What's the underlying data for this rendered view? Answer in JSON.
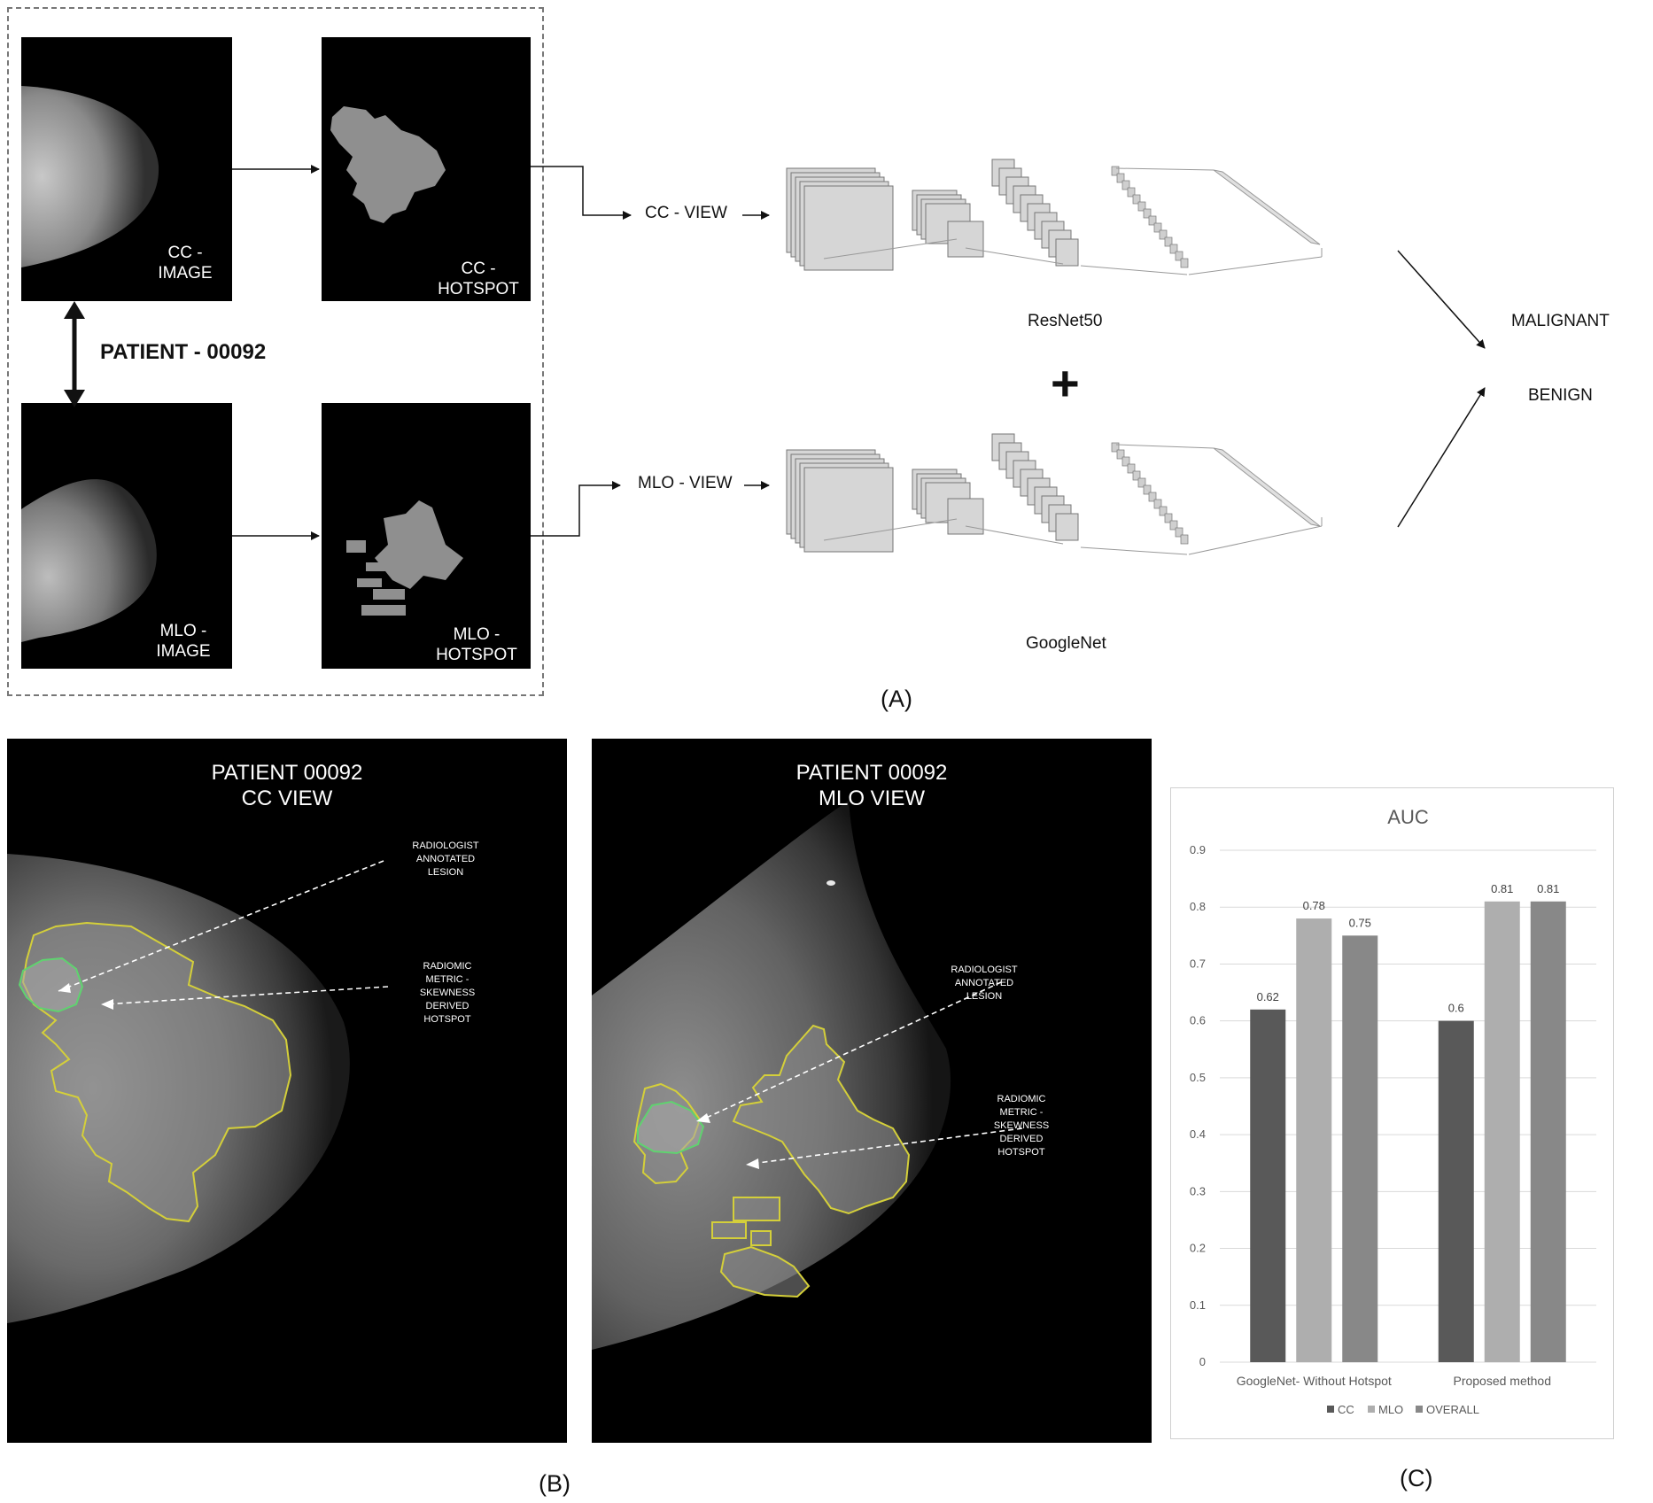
{
  "panel_a": {
    "patient_label": "PATIENT - 00092",
    "cc_image_label": [
      "CC -",
      "IMAGE"
    ],
    "cc_hotspot_label": [
      "CC -",
      "HOTSPOT"
    ],
    "mlo_image_label": [
      "MLO -",
      "IMAGE"
    ],
    "mlo_hotspot_label": [
      "MLO -",
      "HOTSPOT"
    ],
    "cc_view": "CC - VIEW",
    "mlo_view": "MLO - VIEW",
    "resnet_label": "ResNet50",
    "googlenet_label": "GoogleNet",
    "plus": "+",
    "malignant": "MALIGNANT",
    "benign": "BENIGN",
    "caption": "(A)"
  },
  "panel_b": {
    "cc_title": [
      "PATIENT 00092",
      "CC VIEW"
    ],
    "mlo_title": [
      "PATIENT 00092",
      "MLO VIEW"
    ],
    "radiologist_label": [
      "RADIOLOGIST",
      "ANNOTATED",
      "LESION"
    ],
    "radiomic_label": [
      "RADIOMIC",
      "METRIC -",
      "SKEWNESS",
      "DERIVED",
      "HOTSPOT"
    ],
    "caption": "(B)",
    "outline_yellow": "#d4cf3a",
    "outline_green": "#5fd36f"
  },
  "panel_c": {
    "caption": "(C)"
  },
  "chart_data": {
    "type": "bar",
    "title": "AUC",
    "categories": [
      "GoogleNet- Without Hotspot",
      "Proposed method"
    ],
    "series": [
      {
        "name": "CC",
        "values": [
          0.62,
          0.6
        ],
        "color": "#595959"
      },
      {
        "name": "MLO",
        "values": [
          0.78,
          0.81
        ],
        "color": "#aeaeae"
      },
      {
        "name": "OVERALL",
        "values": [
          0.75,
          0.81
        ],
        "color": "#888888"
      }
    ],
    "ylim": [
      0,
      0.9
    ],
    "yticks": [
      "0",
      "0.1",
      "0.2",
      "0.3",
      "0.4",
      "0.5",
      "0.6",
      "0.7",
      "0.8",
      "0.9"
    ],
    "data_labels": [
      [
        "0.62",
        "0.6"
      ],
      [
        "0.78",
        "0.81"
      ],
      [
        "0.75",
        "0.81"
      ]
    ],
    "grid": true,
    "legend": "bottom"
  }
}
